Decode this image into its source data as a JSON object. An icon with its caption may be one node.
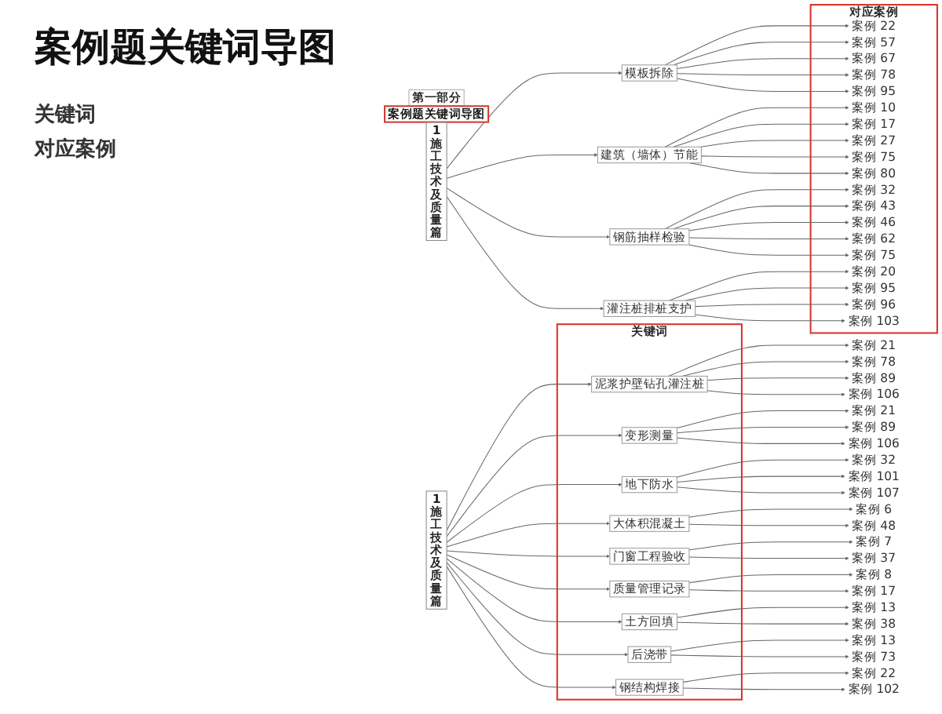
{
  "diagram": {
    "title": "案例题关键词导图",
    "nodes": [
      {
        "text": [
          "第一部分"
        ]
      },
      {
        "text": [
          "案例题关键词导图"
        ]
      },
      {
        "text": [
          "1",
          "施工技术及质量篇"
        ]
      },
      {
        "text": [
          "模板拆除"
        ]
      },
      {
        "text": [
          "建筑（墙体）节能"
        ]
      },
      {
        "text": [
          "钢筋抽样检验"
        ]
      },
      {
        "text": [
          "灌注桩排桩支护"
        ]
      },
      {
        "text": [
          "对应案例"
        ]
      },
      {
        "text": [
          "案例 22"
        ],
        "in": 7
      },
      {
        "text": [
          "案例 57"
        ],
        "in": 7
      },
      {
        "text": [
          "案例 67"
        ],
        "in": 7
      },
      {
        "text": [
          "案例 78"
        ],
        "in": 7
      },
      {
        "text": [
          "案例 95"
        ],
        "in": 7
      },
      {
        "text": [
          "案例 10"
        ],
        "in": 7
      },
      {
        "text": [
          "案例 17"
        ],
        "in": 7
      },
      {
        "text": [
          "案例 27"
        ],
        "in": 7
      },
      {
        "text": [
          "案例 75"
        ],
        "in": 7
      },
      {
        "text": [
          "案例 80"
        ],
        "in": 7
      },
      {
        "text": [
          "案例 32"
        ],
        "in": 7
      },
      {
        "text": [
          "案例 43"
        ],
        "in": 7
      },
      {
        "text": [
          "案例 46"
        ],
        "in": 7
      },
      {
        "text": [
          "案例 62"
        ],
        "in": 7
      },
      {
        "text": [
          "案例 75"
        ],
        "in": 7
      },
      {
        "text": [
          "案例 20"
        ],
        "in": 7
      },
      {
        "text": [
          "案例 95"
        ],
        "in": 7
      },
      {
        "text": [
          "案例 96"
        ],
        "in": 7
      },
      {
        "text": [
          "案例 103"
        ],
        "in": 7
      },
      {
        "text": [
          "1",
          "施工技术及质量篇"
        ]
      },
      {
        "text": [
          "关键词"
        ]
      },
      {
        "text": [
          "泥浆护壁钻孔灌注桩"
        ],
        "in": 28
      },
      {
        "text": [
          "变形测量"
        ],
        "in": 28
      },
      {
        "text": [
          "地下防水"
        ],
        "in": 28
      },
      {
        "text": [
          "大体积混凝土"
        ],
        "in": 28
      },
      {
        "text": [
          "门窗工程验收"
        ],
        "in": 28
      },
      {
        "text": [
          "质量管理记录"
        ],
        "in": 28
      },
      {
        "text": [
          "土方回填"
        ],
        "in": 28
      },
      {
        "text": [
          "后浇带"
        ],
        "in": 28
      },
      {
        "text": [
          "钢结构焊接"
        ],
        "in": 28
      },
      {
        "text": [
          "案例 21"
        ]
      },
      {
        "text": [
          "案例 78"
        ]
      },
      {
        "text": [
          "案例 89"
        ]
      },
      {
        "text": [
          "案例 106"
        ]
      },
      {
        "text": [
          "案例 21"
        ]
      },
      {
        "text": [
          "案例 89"
        ]
      },
      {
        "text": [
          "案例 106"
        ]
      },
      {
        "text": [
          "案例 32"
        ]
      },
      {
        "text": [
          "案例 101"
        ]
      },
      {
        "text": [
          "案例 107"
        ]
      },
      {
        "text": [
          "案例 6"
        ]
      },
      {
        "text": [
          "案例 48"
        ]
      },
      {
        "text": [
          "案例 7"
        ]
      },
      {
        "text": [
          "案例 37"
        ]
      },
      {
        "text": [
          "案例 8"
        ]
      },
      {
        "text": [
          "案例 17"
        ]
      },
      {
        "text": [
          "案例 13"
        ]
      },
      {
        "text": [
          "案例 38"
        ]
      },
      {
        "text": [
          "案例 13"
        ]
      },
      {
        "text": [
          "案例 73"
        ]
      },
      {
        "text": [
          "案例 22"
        ]
      },
      {
        "text": [
          "案例 102"
        ]
      }
    ],
    "edges": [
      {
        "from": 2,
        "to": 3,
        "arrow": "to"
      },
      {
        "from": 2,
        "to": 4,
        "arrow": "to"
      },
      {
        "from": 2,
        "to": 5,
        "arrow": "to"
      },
      {
        "from": 2,
        "to": 6,
        "arrow": "to"
      },
      {
        "from": 3,
        "to": 8,
        "arrow": "to"
      },
      {
        "from": 3,
        "to": 9,
        "arrow": "to"
      },
      {
        "from": 3,
        "to": 10,
        "arrow": "to"
      },
      {
        "from": 3,
        "to": 11,
        "arrow": "to"
      },
      {
        "from": 3,
        "to": 12,
        "arrow": "to"
      },
      {
        "from": 4,
        "to": 13,
        "arrow": "to"
      },
      {
        "from": 4,
        "to": 14,
        "arrow": "to"
      },
      {
        "from": 4,
        "to": 15,
        "arrow": "to"
      },
      {
        "from": 4,
        "to": 16,
        "arrow": "to"
      },
      {
        "from": 4,
        "to": 17,
        "arrow": "to"
      },
      {
        "from": 5,
        "to": 18,
        "arrow": "to"
      },
      {
        "from": 5,
        "to": 19,
        "arrow": "to"
      },
      {
        "from": 5,
        "to": 20,
        "arrow": "to"
      },
      {
        "from": 5,
        "to": 21,
        "arrow": "to"
      },
      {
        "from": 5,
        "to": 22,
        "arrow": "to"
      },
      {
        "from": 6,
        "to": 23,
        "arrow": "to"
      },
      {
        "from": 6,
        "to": 24,
        "arrow": "to"
      },
      {
        "from": 6,
        "to": 25,
        "arrow": "to"
      },
      {
        "from": 6,
        "to": 26,
        "arrow": "to"
      },
      {
        "from": 27,
        "to": 29,
        "arrow": "to"
      },
      {
        "from": 27,
        "to": 30,
        "arrow": "to"
      },
      {
        "from": 27,
        "to": 31,
        "arrow": "to"
      },
      {
        "from": 27,
        "to": 32,
        "arrow": "to"
      },
      {
        "from": 27,
        "to": 33,
        "arrow": "to"
      },
      {
        "from": 27,
        "to": 34,
        "arrow": "to"
      },
      {
        "from": 27,
        "to": 35,
        "arrow": "to"
      },
      {
        "from": 27,
        "to": 36,
        "arrow": "to"
      },
      {
        "from": 27,
        "to": 37,
        "arrow": "to"
      },
      {
        "from": 29,
        "to": 38,
        "arrow": "to"
      },
      {
        "from": 29,
        "to": 39,
        "arrow": "to"
      },
      {
        "from": 29,
        "to": 40,
        "arrow": "to"
      },
      {
        "from": 29,
        "to": 41,
        "arrow": "to"
      },
      {
        "from": 30,
        "to": 42,
        "arrow": "to"
      },
      {
        "from": 30,
        "to": 43,
        "arrow": "to"
      },
      {
        "from": 30,
        "to": 44,
        "arrow": "to"
      },
      {
        "from": 31,
        "to": 45,
        "arrow": "to"
      },
      {
        "from": 31,
        "to": 46,
        "arrow": "to"
      },
      {
        "from": 31,
        "to": 47,
        "arrow": "to"
      },
      {
        "from": 32,
        "to": 48,
        "arrow": "to"
      },
      {
        "from": 32,
        "to": 49,
        "arrow": "to"
      },
      {
        "from": 33,
        "to": 50,
        "arrow": "to"
      },
      {
        "from": 33,
        "to": 51,
        "arrow": "to"
      },
      {
        "from": 34,
        "to": 52,
        "arrow": "to"
      },
      {
        "from": 34,
        "to": 53,
        "arrow": "to"
      },
      {
        "from": 35,
        "to": 54,
        "arrow": "to"
      },
      {
        "from": 35,
        "to": 55,
        "arrow": "to"
      },
      {
        "from": 36,
        "to": 56,
        "arrow": "to"
      },
      {
        "from": 36,
        "to": 57,
        "arrow": "to"
      },
      {
        "from": 37,
        "to": 58,
        "arrow": "to"
      },
      {
        "from": 37,
        "to": 59,
        "arrow": "to"
      }
    ],
    "labels": [
      "关键词",
      "对应案例"
    ]
  }
}
